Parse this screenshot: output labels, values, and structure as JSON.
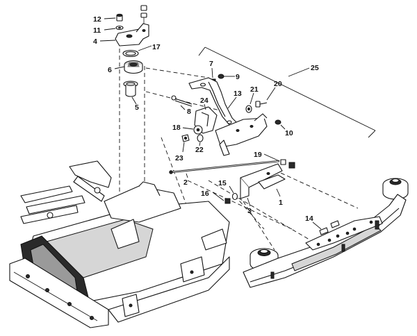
{
  "callouts": [
    {
      "id": "c12",
      "text": "12"
    },
    {
      "id": "c11",
      "text": "11"
    },
    {
      "id": "c4",
      "text": "4"
    },
    {
      "id": "c17",
      "text": "17"
    },
    {
      "id": "c6",
      "text": "6"
    },
    {
      "id": "c5",
      "text": "5"
    },
    {
      "id": "c7",
      "text": "7"
    },
    {
      "id": "c9",
      "text": "9"
    },
    {
      "id": "c25",
      "text": "25"
    },
    {
      "id": "c13",
      "text": "13"
    },
    {
      "id": "c21",
      "text": "21"
    },
    {
      "id": "c20",
      "text": "20"
    },
    {
      "id": "c8",
      "text": "8"
    },
    {
      "id": "c24",
      "text": "24"
    },
    {
      "id": "c18",
      "text": "18"
    },
    {
      "id": "c10",
      "text": "10"
    },
    {
      "id": "c22",
      "text": "22"
    },
    {
      "id": "c23",
      "text": "23"
    },
    {
      "id": "c19",
      "text": "19"
    },
    {
      "id": "c2",
      "text": "2"
    },
    {
      "id": "c15",
      "text": "15"
    },
    {
      "id": "c16",
      "text": "16"
    },
    {
      "id": "c3",
      "text": "3"
    },
    {
      "id": "c1",
      "text": "1"
    },
    {
      "id": "c14",
      "text": "14"
    }
  ]
}
